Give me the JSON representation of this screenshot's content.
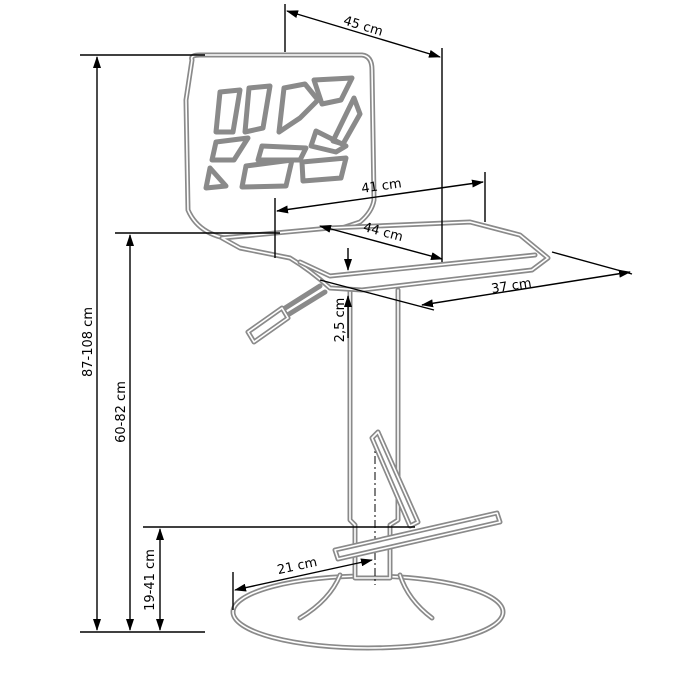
{
  "dimensions": {
    "total_height": "87-108 cm",
    "seat_height": "60-82 cm",
    "footrest_height": "19-41 cm",
    "backrest_width": "45 cm",
    "seat_width": "41 cm",
    "seat_depth": "44 cm",
    "seat_front": "37 cm",
    "seat_thickness": "2,5 cm",
    "base_radius": "21 cm"
  },
  "colors": {
    "outline": "#8a8a8a",
    "dimension": "#000000"
  }
}
